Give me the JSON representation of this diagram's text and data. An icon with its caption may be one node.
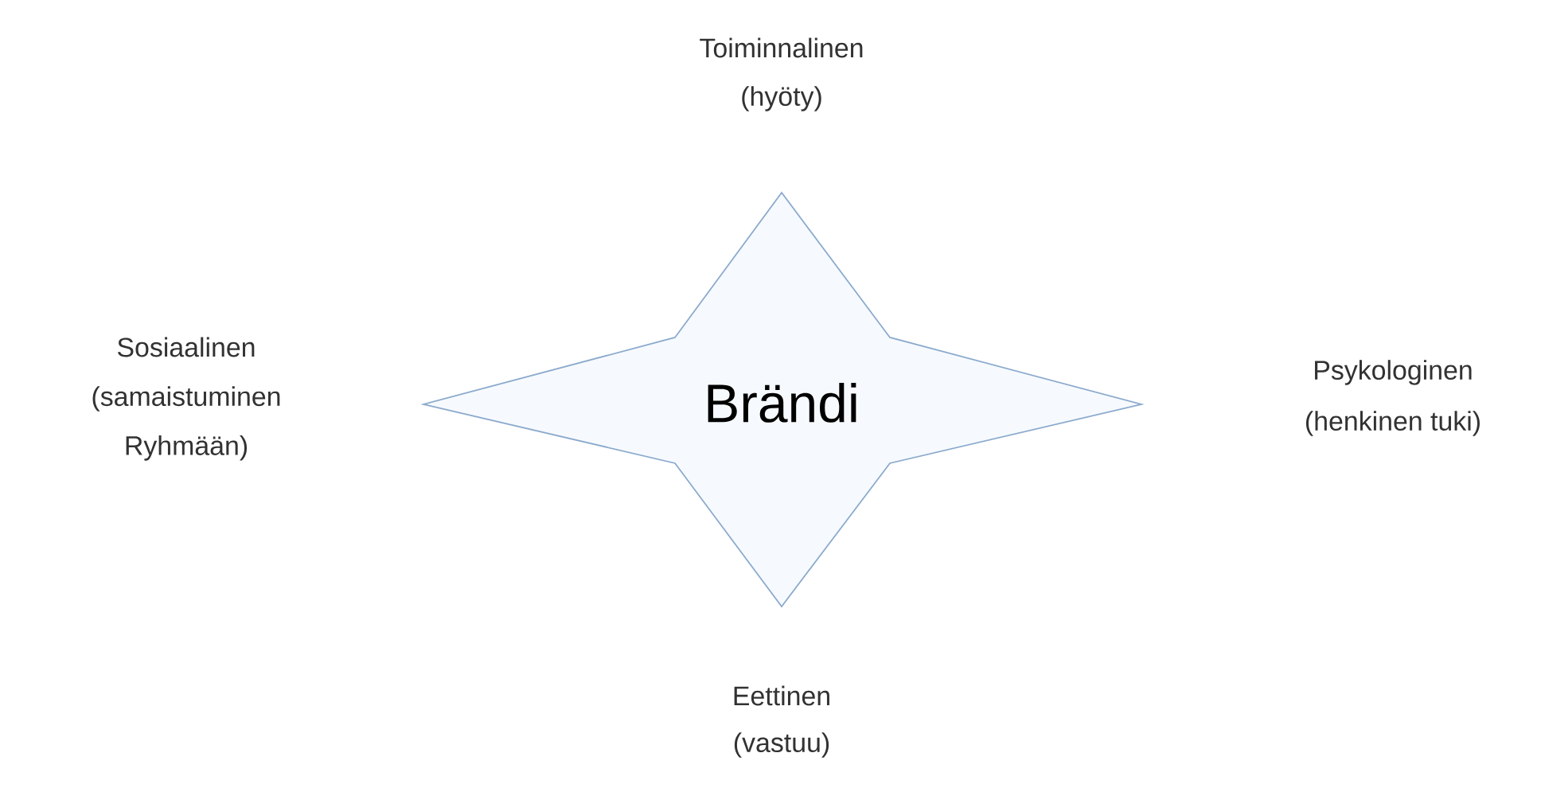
{
  "diagram": {
    "nodes": [
      {
        "text": [
          "Brändi"
        ]
      }
    ],
    "labels": [
      "Toiminnalinen",
      "(hyöty)",
      "Sosiaalinen",
      "(samaistuminen Ryhmään)",
      "Psykologinen",
      "(henkinen tuki)",
      "Eettinen",
      "(vastuu)"
    ]
  }
}
